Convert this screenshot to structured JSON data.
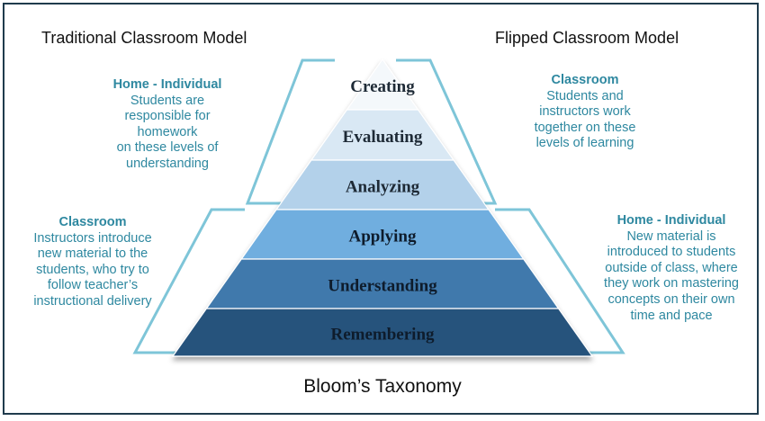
{
  "headers": {
    "traditional": "Traditional Classroom Model",
    "flipped": "Flipped Classroom Model"
  },
  "levels": [
    "Creating",
    "Evaluating",
    "Analyzing",
    "Applying",
    "Understanding",
    "Remembering"
  ],
  "level_colors": [
    "#f4f8fb",
    "#d9e8f4",
    "#b3d1ea",
    "#6faedf",
    "#3f79ac",
    "#27527c"
  ],
  "bracket_color": "#7ec5d8",
  "text_color": "#2e88a0",
  "notes": {
    "traditional_upper": {
      "title": "Home - Individual",
      "lines": [
        "Students are",
        "responsible for",
        "homework",
        "on these levels of",
        "understanding"
      ]
    },
    "traditional_lower": {
      "title": "Classroom",
      "lines": [
        "Instructors introduce",
        "new material to the",
        "students, who try to",
        "follow teacher’s",
        "instructional delivery"
      ]
    },
    "flipped_upper": {
      "title": "Classroom",
      "lines": [
        "Students and",
        "instructors work",
        "together on these",
        "levels of learning"
      ]
    },
    "flipped_lower": {
      "title": "Home - Individual",
      "lines": [
        "New material is",
        "introduced to students",
        "outside of class, where",
        "they work on mastering",
        "concepts on their own",
        "time and pace"
      ]
    }
  },
  "footer": "Bloom’s Taxonomy"
}
